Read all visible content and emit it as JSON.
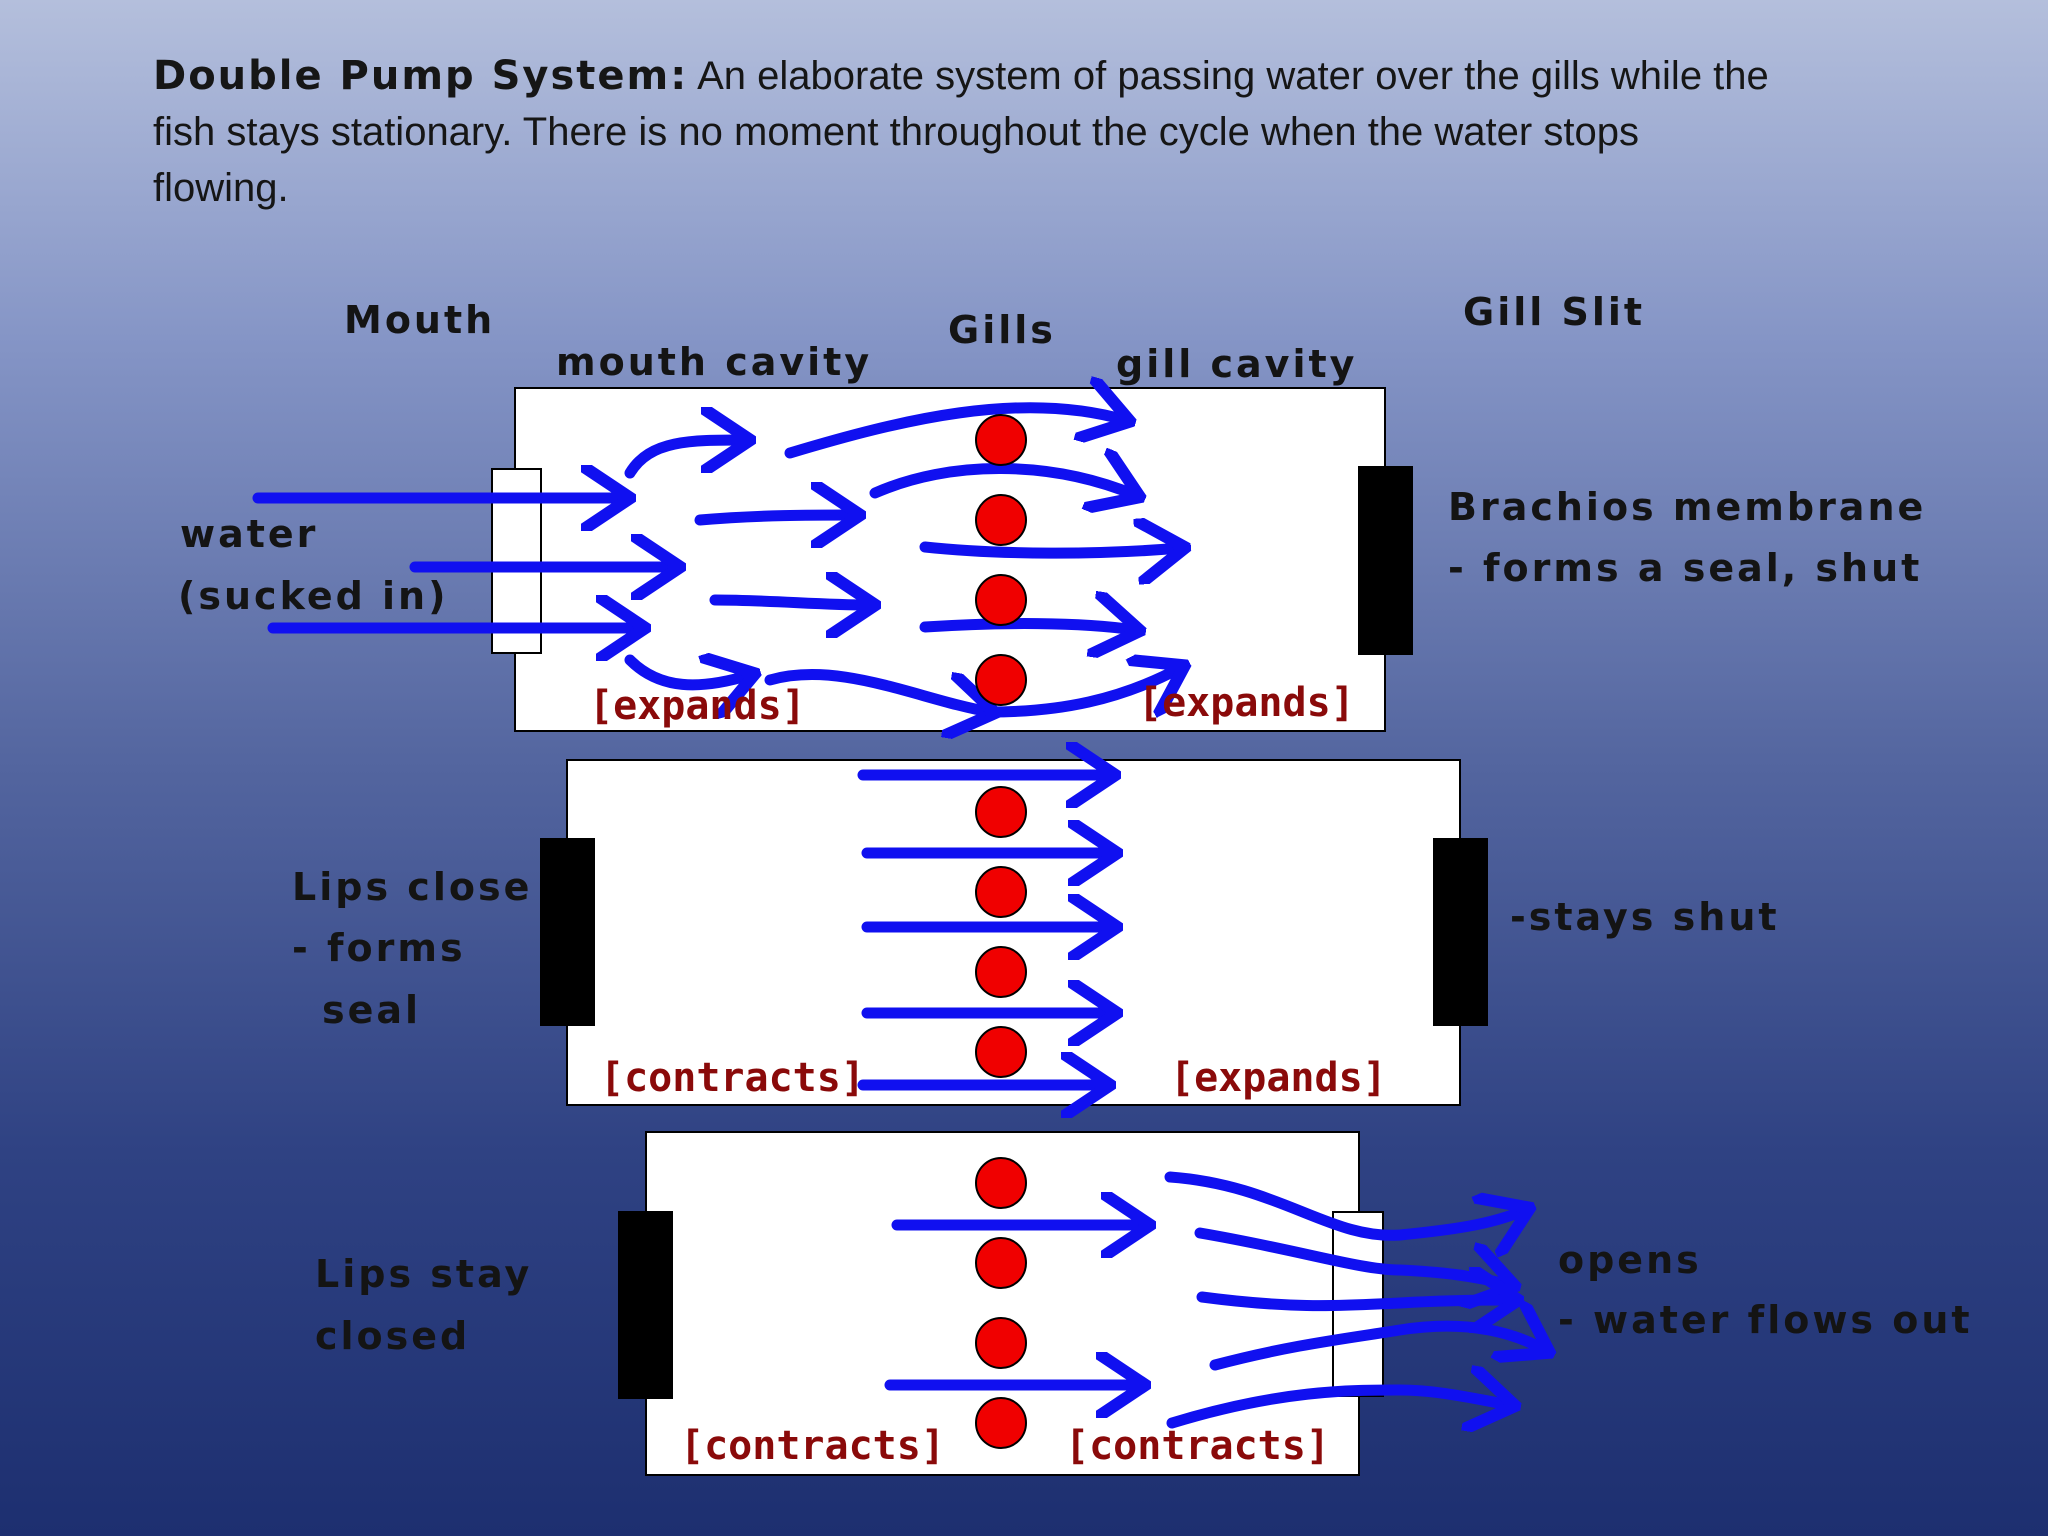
{
  "intro": {
    "lead": "Double Pump System:",
    "text": " An elaborate system of passing water over the gills while the fish stays stationary.  There is no moment throughout the cycle when the water stops flowing."
  },
  "labels": {
    "mouth": "Mouth",
    "mouth_cavity": "mouth cavity",
    "gills": "Gills",
    "gill_cavity": "gill cavity",
    "gill_slit": "Gill Slit",
    "water_line1": "water",
    "water_line2": "(sucked in)",
    "brachios_line1": "Brachios membrane",
    "brachios_line2": "- forms a seal, shut",
    "lips_close_line1": "Lips close",
    "lips_close_line2": "- forms",
    "lips_close_line3": "seal",
    "stays_shut": "-stays shut",
    "lips_stay_line1": "Lips stay",
    "lips_stay_line2": "closed",
    "opens_line1": "opens",
    "opens_line2": "- water flows out"
  },
  "stages": [
    {
      "left_tag": "[expands]",
      "right_tag": "[expands]"
    },
    {
      "left_tag": "[contracts]",
      "right_tag": "[expands]"
    },
    {
      "left_tag": "[contracts]",
      "right_tag": "[contracts]"
    }
  ],
  "colors": {
    "arrow": "#1010f0",
    "gill": "#f00000",
    "tag": "#8a0a0a",
    "valve_closed": "#000000",
    "valve_open": "#ffffff"
  }
}
